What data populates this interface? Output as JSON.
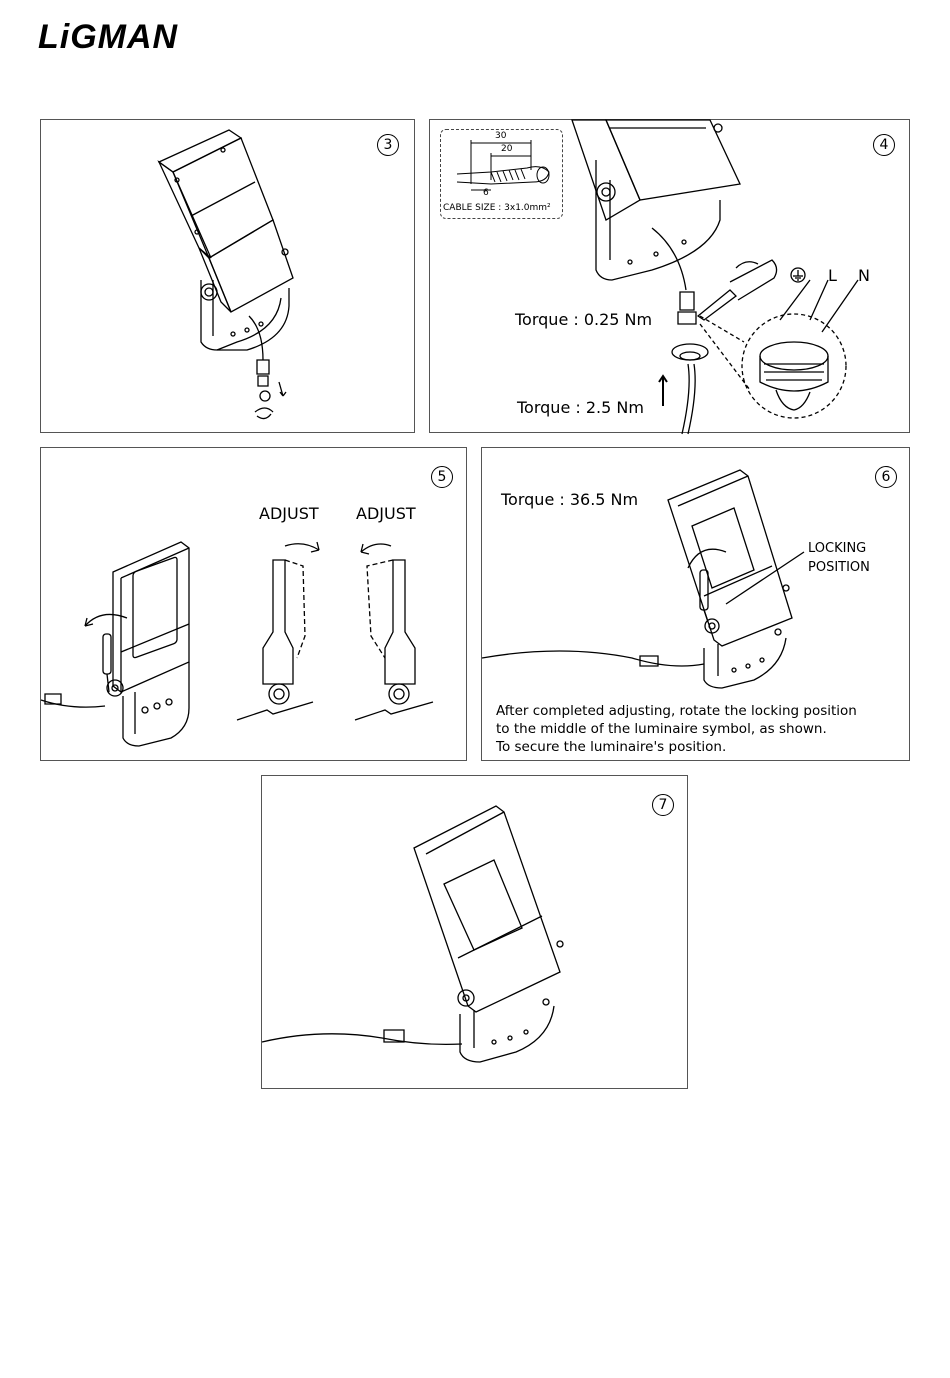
{
  "brand": {
    "logo_text": "LiGMAN"
  },
  "panels": {
    "p3": {
      "step": "3"
    },
    "p4": {
      "step": "4",
      "torque_upper": "Torque : 0.25 Nm",
      "torque_lower": "Torque : 2.5 Nm",
      "wire_labels": {
        "L": "L",
        "N": "N"
      },
      "ground_symbol": "ground-icon",
      "cable_box": {
        "dim_30": "30",
        "dim_20": "20",
        "dim_6": "6",
        "cable_size": "CABLE SIZE : 3x1.0mm²"
      }
    },
    "p5": {
      "step": "5",
      "adjust_left": "ADJUST",
      "adjust_right": "ADJUST"
    },
    "p6": {
      "step": "6",
      "torque": "Torque :  36.5 Nm",
      "locking_line1": "LOCKING",
      "locking_line2": "POSITION",
      "note_line1": "After completed adjusting, rotate the locking position",
      "note_line2": "to the middle of the luminaire symbol, as shown.",
      "note_line3": "To secure the luminaire's position."
    },
    "p7": {
      "step": "7"
    }
  }
}
